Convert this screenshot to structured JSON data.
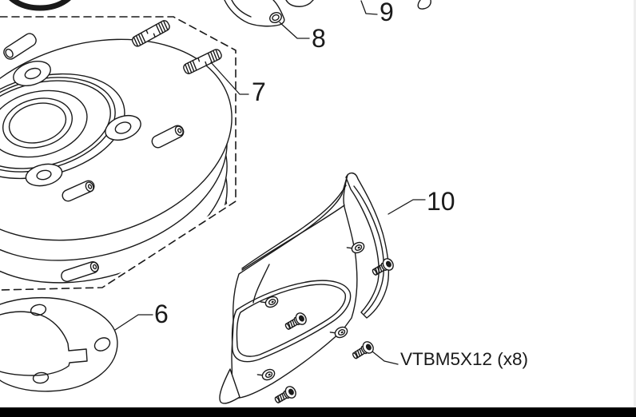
{
  "diagram": {
    "type": "exploded-parts-diagram",
    "background_color": "#ffffff",
    "line_color": "#1a1a1a",
    "footer_bar_color": "#000000",
    "callouts": {
      "c6": {
        "label": "6"
      },
      "c7": {
        "label": "7"
      },
      "c8": {
        "label": "8"
      },
      "c9": {
        "label": "9"
      },
      "c10": {
        "label": "10"
      }
    },
    "hardware_label": {
      "text": "VTBM5X12 (x8)"
    }
  }
}
